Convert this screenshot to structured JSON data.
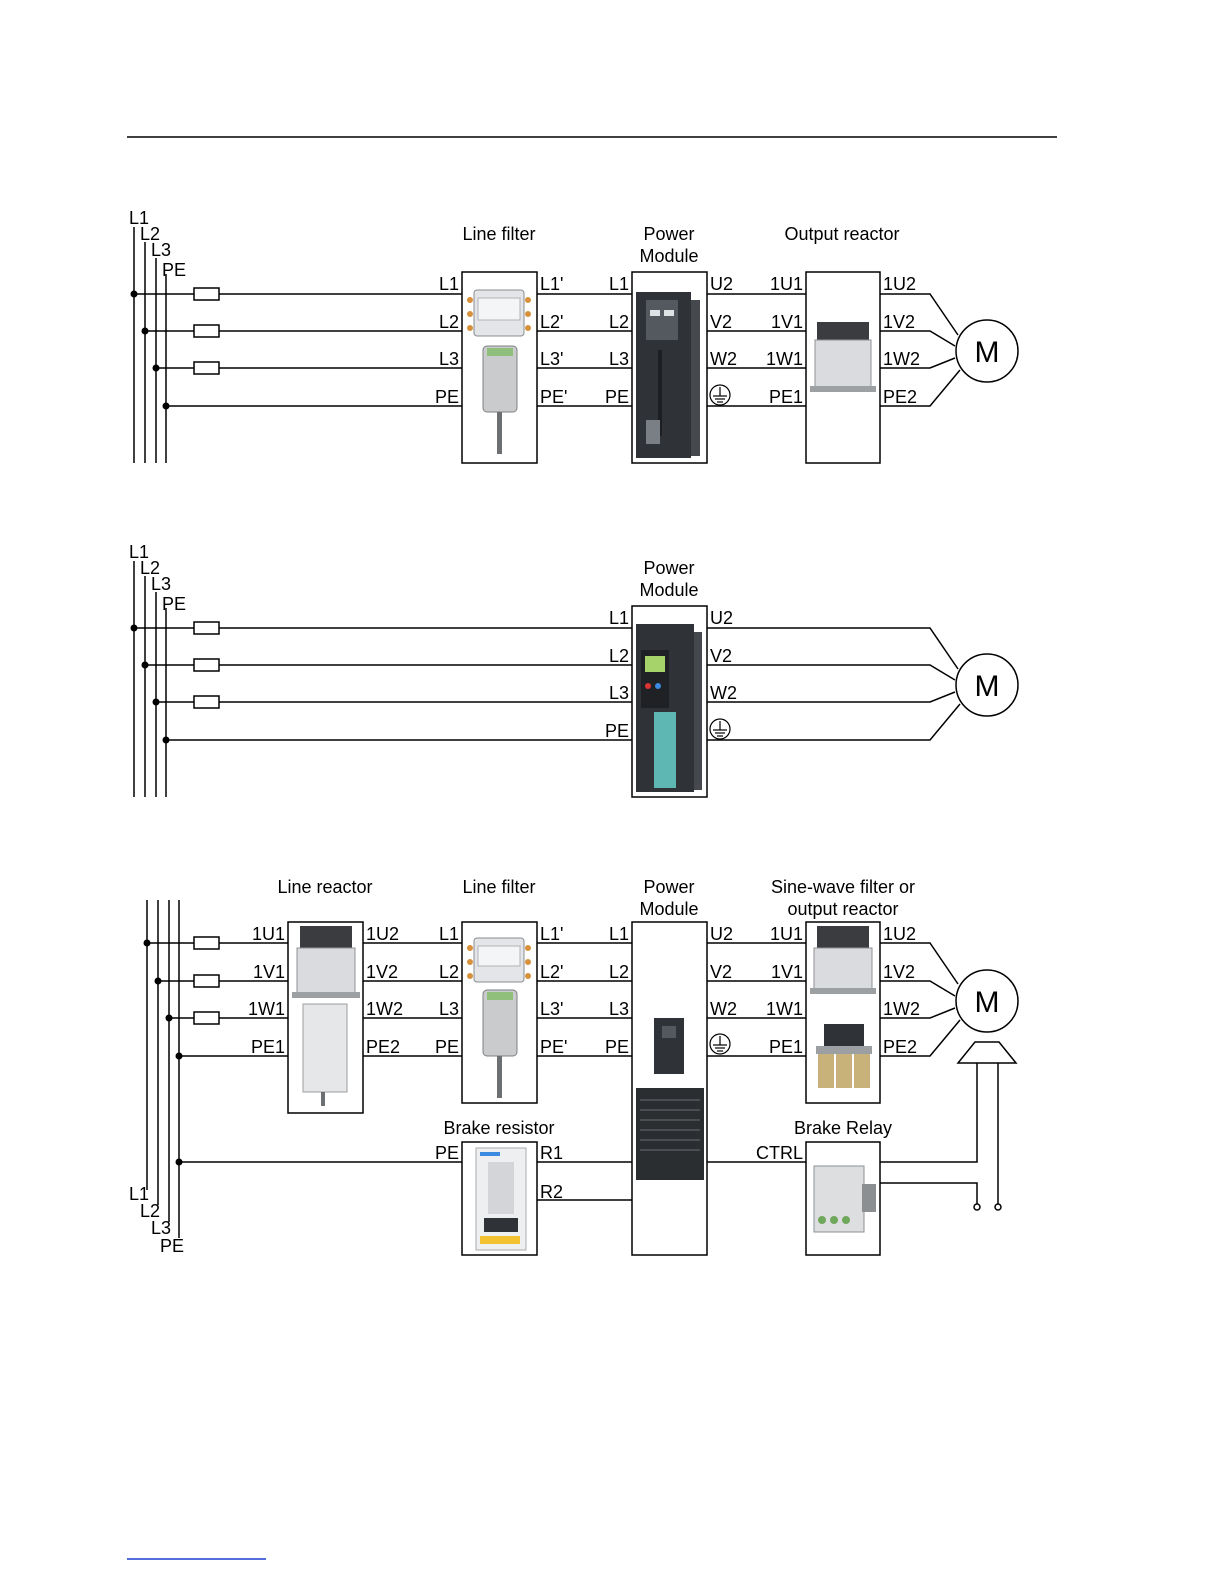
{
  "colors": {
    "line": "#000000",
    "link_rule": "#1a3fd1",
    "power_module_dark": "#2f3236",
    "power_module_teal": "#5fb7b4",
    "reactor_grey": "#d9dbde",
    "filter_grey": "#c9cbcd"
  },
  "mains": {
    "l1": "L1",
    "l2": "L2",
    "l3": "L3",
    "pe": "PE"
  },
  "motor_symbol": "M",
  "ground_symbol": "⏚",
  "diagram1": {
    "line_filter": {
      "title": "Line filter",
      "in": [
        "L1",
        "L2",
        "L3",
        "PE"
      ],
      "out": [
        "L1'",
        "L2'",
        "L3'",
        "PE'"
      ]
    },
    "power_module": {
      "title": "Power\nModule",
      "title_line1": "Power",
      "title_line2": "Module",
      "in": [
        "L1",
        "L2",
        "L3",
        "PE"
      ],
      "out": [
        "U2",
        "V2",
        "W2"
      ]
    },
    "output_reactor": {
      "title": "Output reactor",
      "in": [
        "1U1",
        "1V1",
        "1W1",
        "PE1"
      ],
      "out": [
        "1U2",
        "1V2",
        "1W2",
        "PE2"
      ]
    }
  },
  "diagram2": {
    "power_module": {
      "title_line1": "Power",
      "title_line2": "Module",
      "in": [
        "L1",
        "L2",
        "L3",
        "PE"
      ],
      "out": [
        "U2",
        "V2",
        "W2"
      ]
    }
  },
  "diagram3": {
    "line_reactor": {
      "title": "Line reactor",
      "in": [
        "1U1",
        "1V1",
        "1W1",
        "PE1"
      ],
      "out": [
        "1U2",
        "1V2",
        "1W2",
        "PE2"
      ]
    },
    "line_filter": {
      "title": "Line filter",
      "in": [
        "L1",
        "L2",
        "L3",
        "PE"
      ],
      "out": [
        "L1'",
        "L2'",
        "L3'",
        "PE'"
      ]
    },
    "power_module": {
      "title_line1": "Power",
      "title_line2": "Module",
      "in": [
        "L1",
        "L2",
        "L3",
        "PE"
      ],
      "out": [
        "U2",
        "V2",
        "W2"
      ]
    },
    "sine_filter": {
      "title_line1": "Sine-wave filter or",
      "title_line2": "output reactor",
      "in": [
        "1U1",
        "1V1",
        "1W1",
        "PE1"
      ],
      "out": [
        "1U2",
        "1V2",
        "1W2",
        "PE2"
      ]
    },
    "brake_resistor": {
      "title": "Brake resistor",
      "in": "PE",
      "out": [
        "R1",
        "R2"
      ]
    },
    "brake_relay": {
      "title": "Brake Relay",
      "in": "CTRL"
    }
  }
}
